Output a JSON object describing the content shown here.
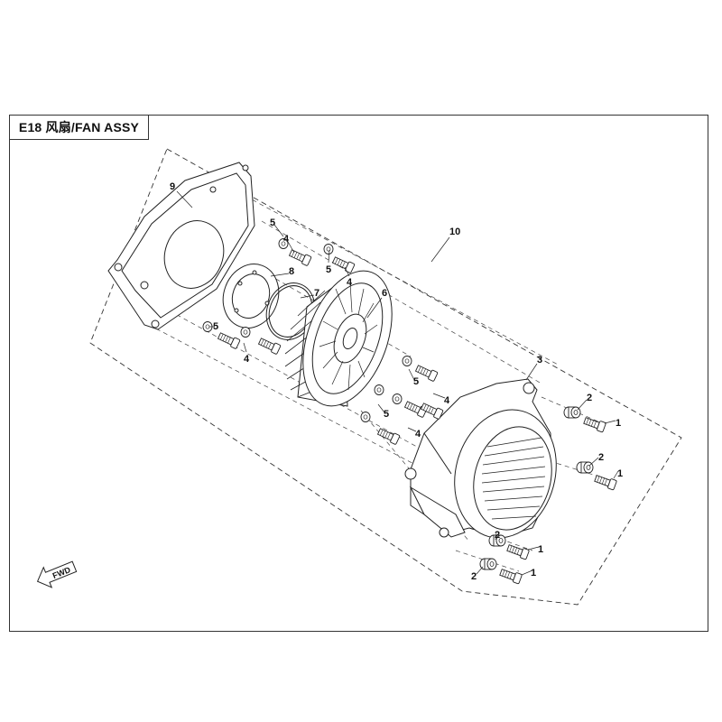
{
  "title": "E18 风扇/FAN ASSY",
  "callouts": {
    "c1": "1",
    "c2": "2",
    "c3": "3",
    "c4": "4",
    "c5": "5",
    "c6": "6",
    "c7": "7",
    "c8": "8",
    "c9": "9",
    "c10": "10"
  },
  "fwd_label": "FWD",
  "colors": {
    "line": "#222222",
    "frame": "#333333",
    "fill": "#ffffff"
  }
}
